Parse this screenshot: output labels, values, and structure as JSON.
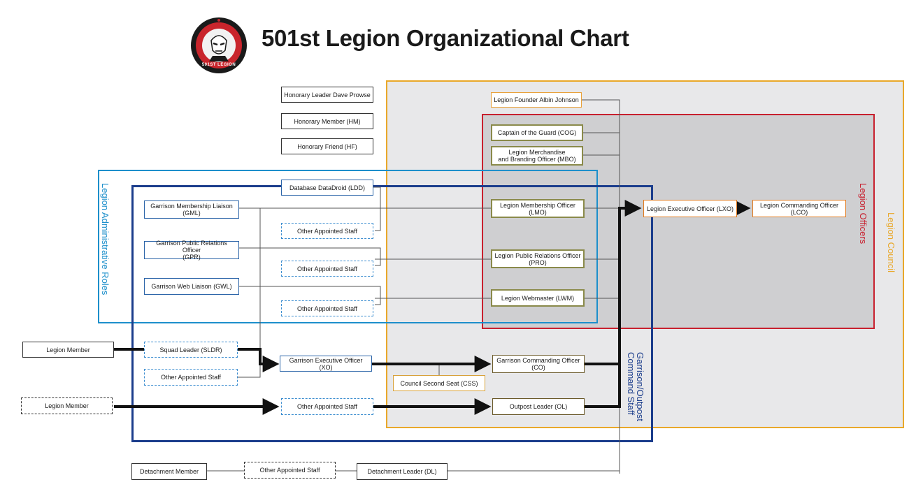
{
  "header": {
    "title": "501st Legion Organizational Chart",
    "logo_text": "501ST LEGION"
  },
  "regions": {
    "legion_council": "Legion Council",
    "legion_officers": "Legion Officers",
    "admin_roles": "Legion Administrative Roles",
    "command_staff": "Garrison/Outpost\nCommand Staff"
  },
  "nodes": {
    "honorary_leader": "Honorary Leader Dave Prowse",
    "honorary_member": "Honorary Member (HM)",
    "honorary_friend": "Honorary Friend (HF)",
    "founder": "Legion Founder Albin Johnson",
    "cog": "Captain of the Guard (COG)",
    "mbo": "Legion Merchandise\nand Branding Officer (MBO)",
    "ldd": "Database DataDroid (LDD)",
    "gml": "Garrison Membership Liaison\n(GML)",
    "gpr": "Garrison Public Relations Officer\n(GPR)",
    "gwl": "Garrison Web Liaison (GWL)",
    "staff1": "Other Appointed Staff",
    "staff2": "Other Appointed Staff",
    "staff3": "Other Appointed Staff",
    "lmo": "Legion Membership Officer\n(LMO)",
    "pro": "Legion Public Relations Officer\n(PRO)",
    "lwm": "Legion Webmaster (LWM)",
    "lxo": "Legion Executive Officer (LXO)",
    "lco": "Legion Commanding Officer\n(LCO)",
    "member1": "Legion Member",
    "member2": "Legion Member",
    "sldr": "Squad Leader (SLDR)",
    "staff4": "Other Appointed Staff",
    "xo": "Garrison Executive Officer (XO)",
    "co": "Garrison Commanding Officer\n(CO)",
    "css": "Council Second Seat (CSS)",
    "staff5": "Other Appointed Staff",
    "ol": "Outpost Leader (OL)",
    "det_member": "Detachment Member",
    "staff6": "Other Appointed Staff",
    "dl": "Detachment Leader (DL)"
  },
  "colors": {
    "council": "#e9a82a",
    "officers": "#c8202e",
    "admin": "#1d8fcb",
    "command": "#1b3d8c",
    "logo_red": "#c9252c"
  }
}
